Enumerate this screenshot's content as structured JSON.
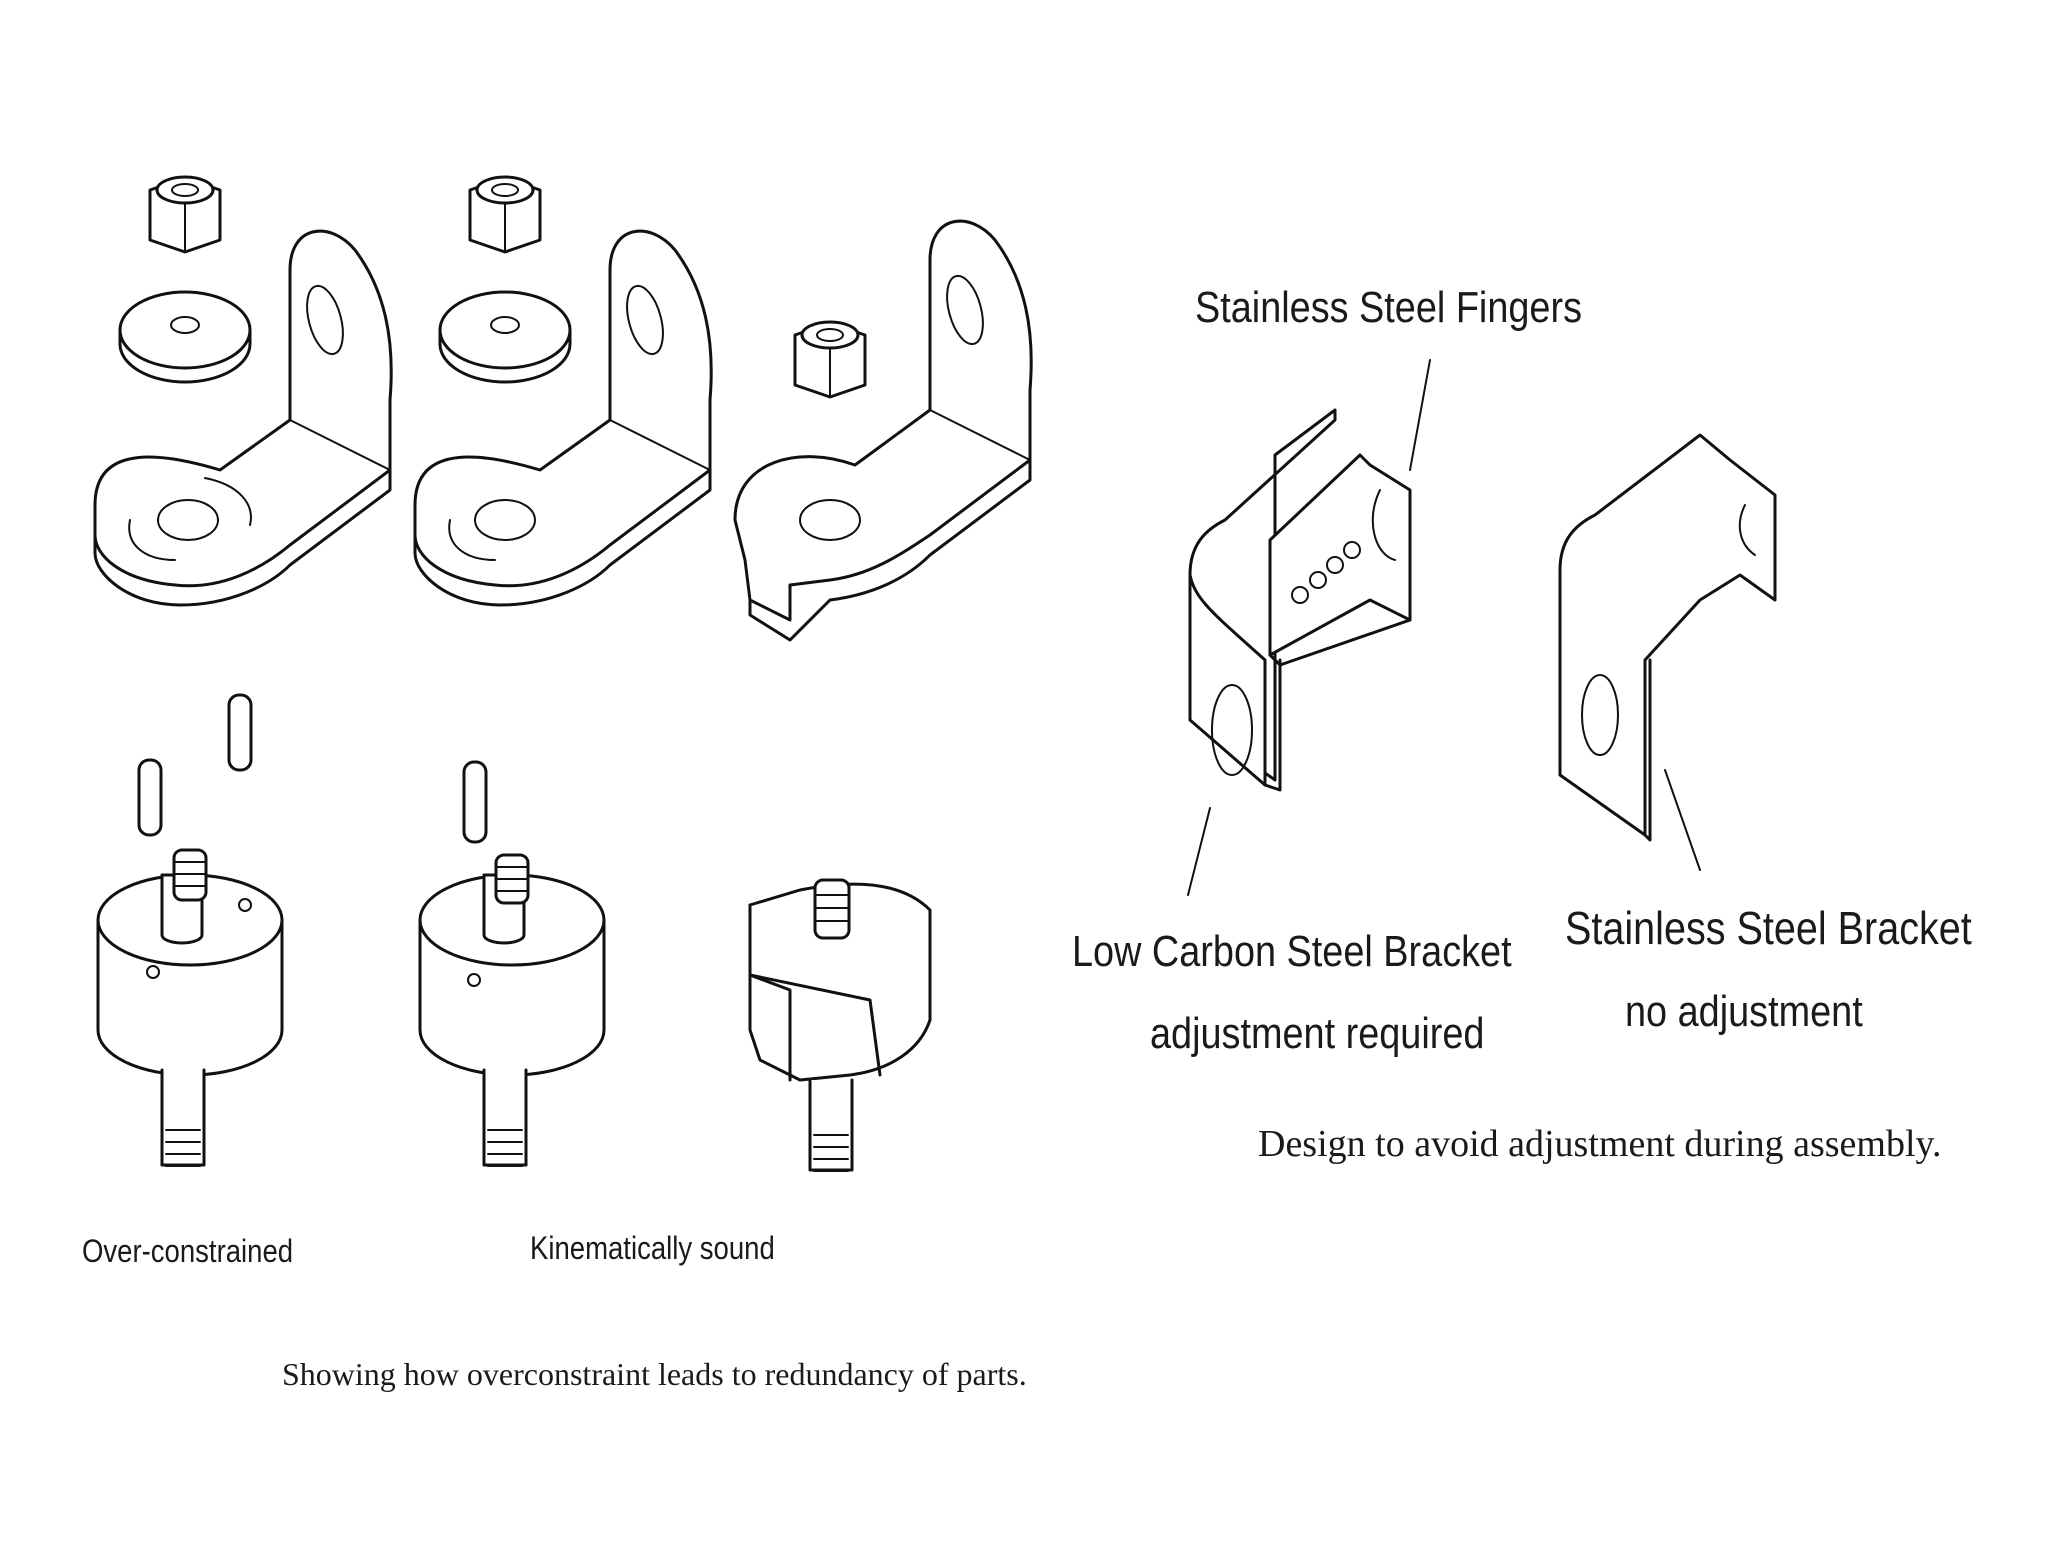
{
  "left_panel": {
    "label_over_constrained": "Over-constrained",
    "label_kinematically_sound": "Kinematically sound",
    "caption": "Showing how overconstraint leads to redundancy of parts."
  },
  "right_panel": {
    "label_fingers": "Stainless Steel Fingers",
    "label_low_carbon_title": "Low Carbon Steel Bracket",
    "label_low_carbon_note": "adjustment required",
    "label_stainless_title": "Stainless Steel Bracket",
    "label_stainless_note": "no adjustment",
    "caption": "Design to avoid adjustment during assembly."
  }
}
